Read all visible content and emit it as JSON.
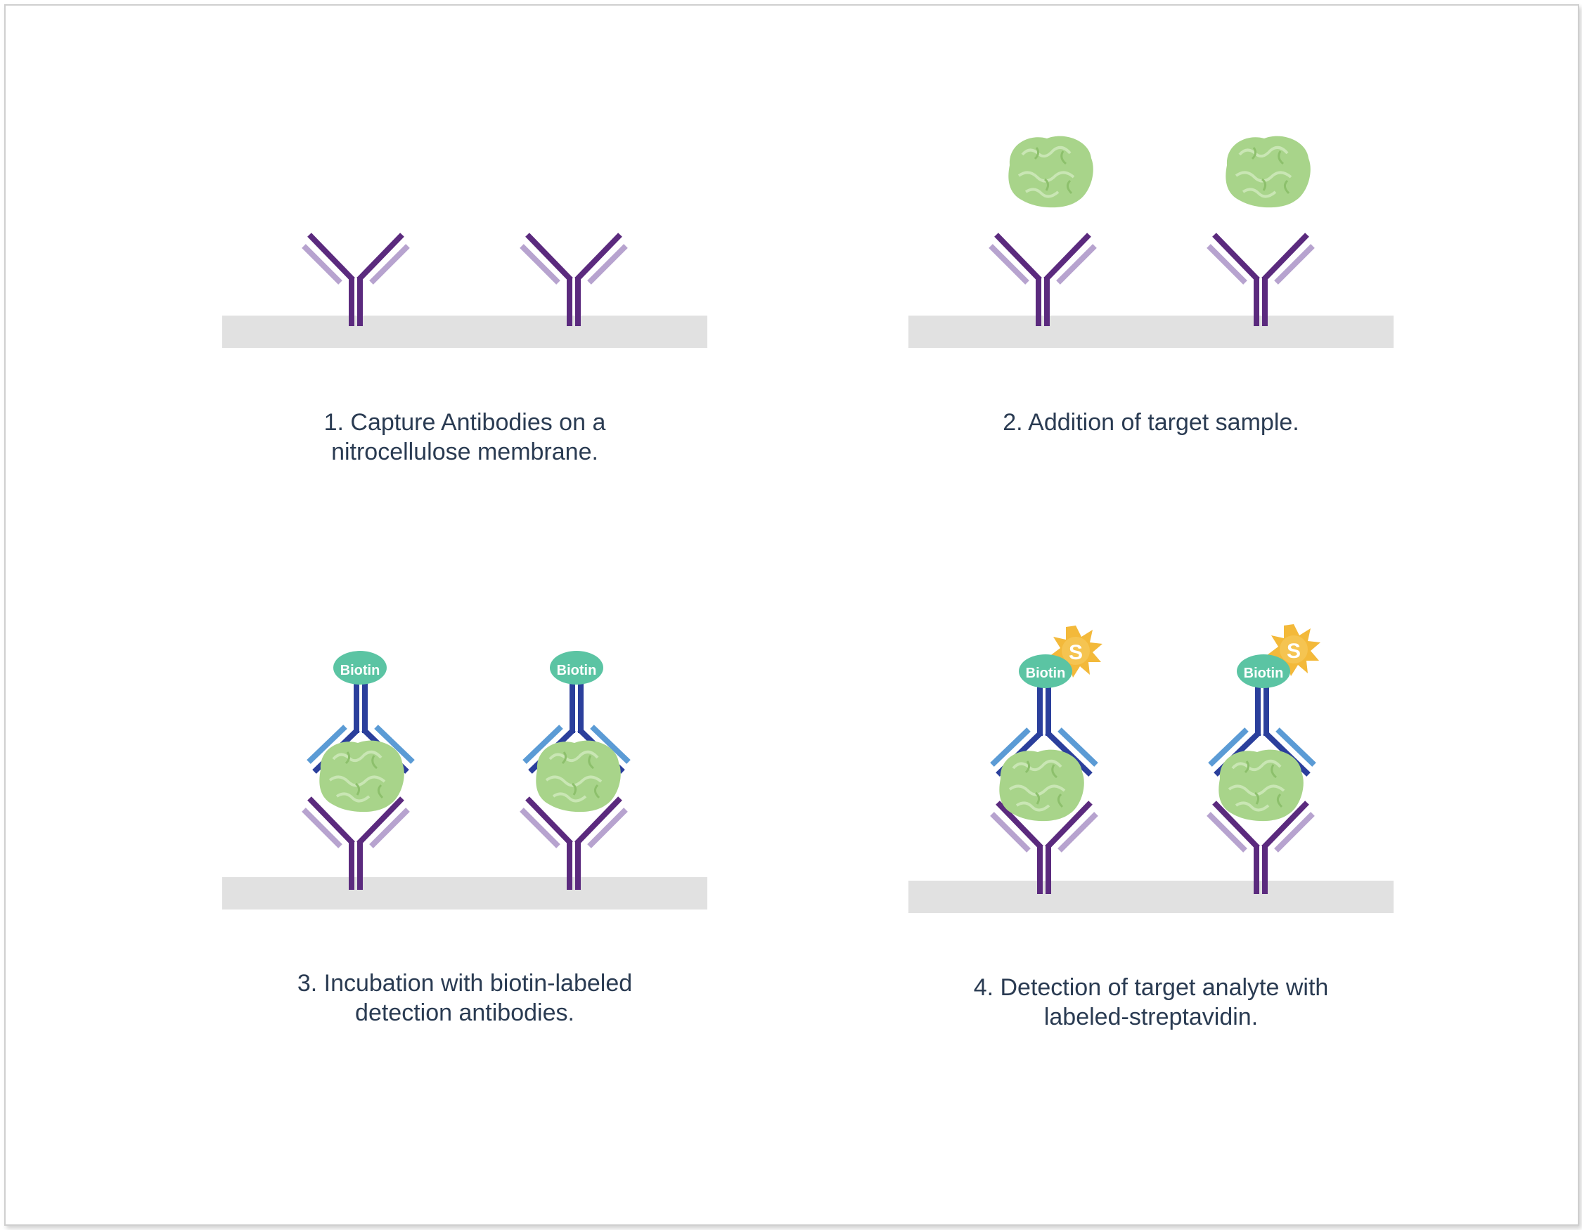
{
  "steps": [
    {
      "caption_line1": "1. Capture Antibodies on a",
      "caption_line2": "nitrocellulose membrane."
    },
    {
      "caption_line1": "2. Addition of target sample.",
      "caption_line2": ""
    },
    {
      "caption_line1": "3. Incubation with biotin-labeled",
      "caption_line2": "detection antibodies."
    },
    {
      "caption_line1": "4. Detection of target analyte with",
      "caption_line2": "labeled-streptavidin."
    }
  ],
  "labels": {
    "biotin": "Biotin",
    "streptavidin": "S"
  },
  "colors": {
    "membrane": "#e1e1e1",
    "capture_dark": "#5b2a7e",
    "capture_light": "#b7a3cf",
    "detect_dark": "#2b3f9c",
    "detect_light": "#5b9bd5",
    "antigen": "#a8d48a",
    "biotin": "#5bc4a3",
    "strep": "#f3b93a",
    "text": "#2a3b52"
  }
}
